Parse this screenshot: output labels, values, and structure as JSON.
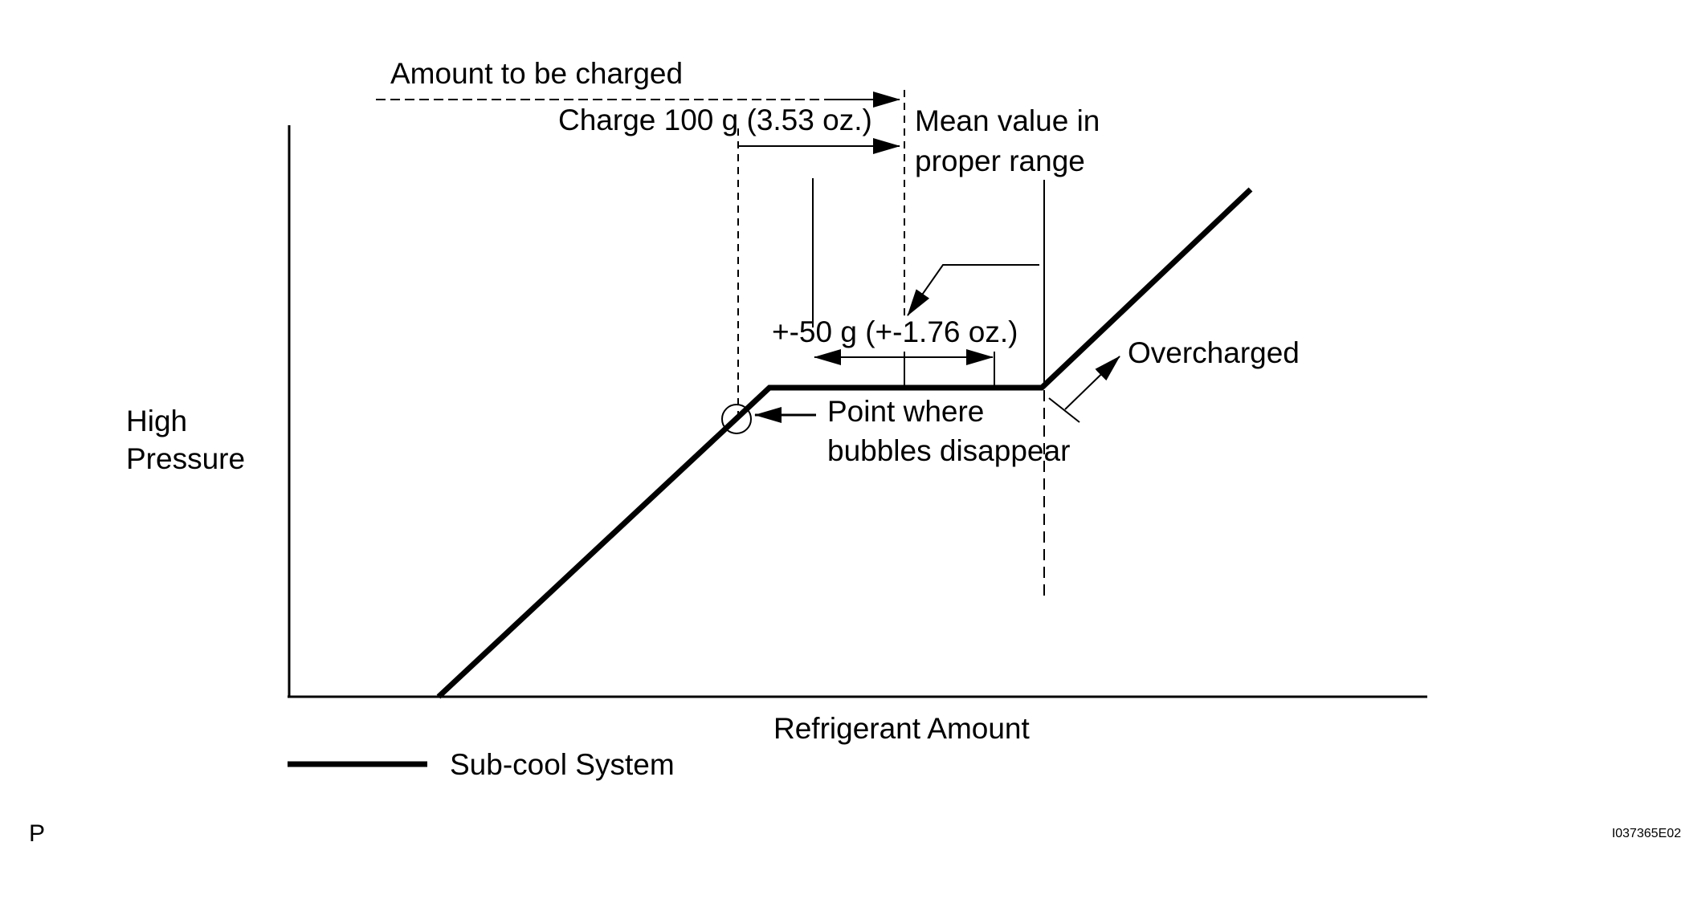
{
  "diagram": {
    "labels": {
      "amount_to_be_charged": "Amount to be charged",
      "charge_100g": "Charge 100 g (3.53 oz.)",
      "mean_value_line1": "Mean value in",
      "mean_value_line2": "proper range",
      "tolerance": "+-50 g (+-1.76 oz.)",
      "overcharged": "Overcharged",
      "point_line1": "Point where",
      "point_line2": "bubbles disappear",
      "y_axis_line1": "High",
      "y_axis_line2": "Pressure",
      "x_axis": "Refrigerant Amount"
    },
    "legend": {
      "label": "Sub-cool System"
    },
    "corner_letter": "P",
    "figure_code": "I037365E02"
  }
}
